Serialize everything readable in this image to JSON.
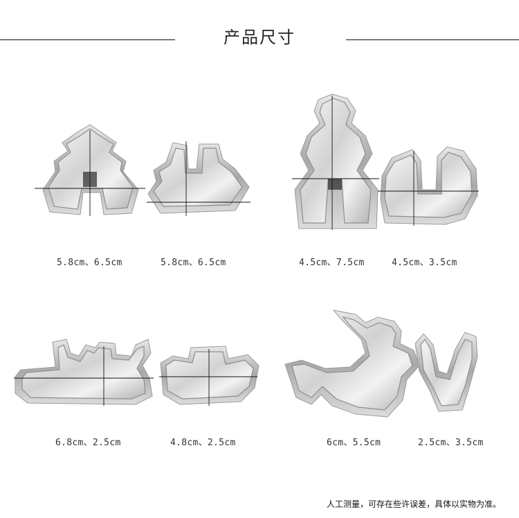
{
  "title": "产品尺寸",
  "colors": {
    "background": "#ffffff",
    "rule": "#111111",
    "metal_light": "#f1f1f1",
    "metal_dark": "#9a9a9a"
  },
  "items": [
    {
      "icon": "christmas-tree-cutter-icon",
      "size": "5.8cm、6.5cm"
    },
    {
      "icon": "sleigh-cutter-icon",
      "size": "5.8cm、6.5cm"
    },
    {
      "icon": "snowman-cutter-icon",
      "size": "4.5cm、7.5cm"
    },
    {
      "icon": "christmas-stocking-cutter-icon",
      "size": "4.5cm、3.5cm"
    },
    {
      "icon": "reindeer-antlers-cutter-icon",
      "size": "6.8cm、2.5cm"
    },
    {
      "icon": "stocking-flat-cutter-icon",
      "size": "4.8cm、2.5cm"
    },
    {
      "icon": "reindeer-cutter-icon",
      "size": "6cm、5.5cm"
    },
    {
      "icon": "candy-cane-cutter-icon",
      "size": "2.5cm、3.5cm"
    }
  ],
  "footnote": "人工测量，可存在些许误差，具体以实物为准。"
}
